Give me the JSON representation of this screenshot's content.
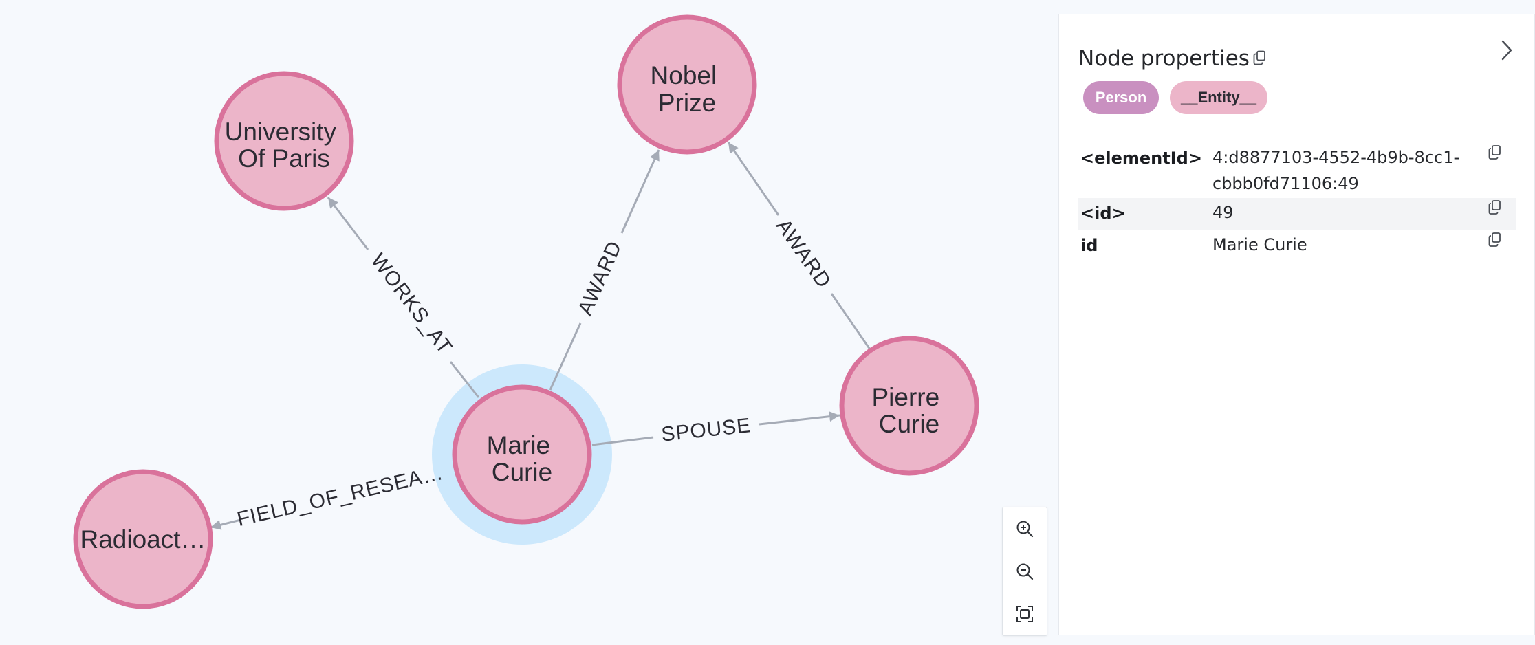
{
  "graph": {
    "nodes": [
      {
        "key": "nobel",
        "lines": [
          "Nobel",
          "Prize"
        ]
      },
      {
        "key": "univ",
        "lines": [
          "University",
          "Of Paris"
        ]
      },
      {
        "key": "marie",
        "lines": [
          "Marie",
          "Curie"
        ],
        "selected": true
      },
      {
        "key": "pierre",
        "lines": [
          "Pierre",
          "Curie"
        ]
      },
      {
        "key": "radio",
        "lines": [
          "Radioact…"
        ]
      }
    ],
    "edges": [
      {
        "from": "marie",
        "to": "univ",
        "label": "WORKS_AT"
      },
      {
        "from": "marie",
        "to": "nobel",
        "label": "AWARD"
      },
      {
        "from": "pierre",
        "to": "nobel",
        "label": "AWARD"
      },
      {
        "from": "marie",
        "to": "pierre",
        "label": "SPOUSE"
      },
      {
        "from": "marie",
        "to": "radio",
        "label": "FIELD_OF_RESEA…"
      }
    ],
    "colors": {
      "node_fill": "#ecb5c9",
      "node_stroke": "#d9729b",
      "edge": "#a5abb6",
      "selection_halo": "#cce8fc"
    }
  },
  "zoom_controls": {
    "icons": [
      "zoom-in-icon",
      "zoom-out-icon",
      "fit-to-screen-icon"
    ]
  },
  "panel": {
    "title": "Node properties",
    "labels": [
      "Person",
      "__Entity__"
    ],
    "properties": [
      {
        "key": "<elementId>",
        "value": "4:d8877103-4552-4b9b-8cc1-cbbb0fd71106:49"
      },
      {
        "key": "<id>",
        "value": "49"
      },
      {
        "key": "id",
        "value": "Marie Curie"
      }
    ]
  }
}
